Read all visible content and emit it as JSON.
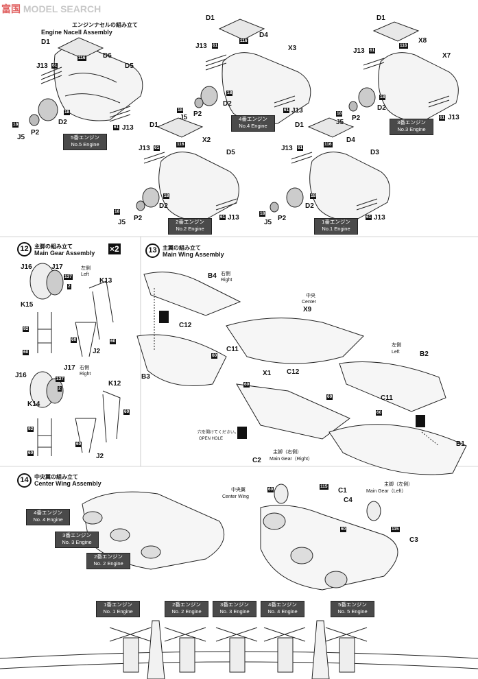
{
  "watermark": {
    "logo_cjk": "富国",
    "brand": "MODEL",
    "search": "SEARCH"
  },
  "step11": {
    "title_ja": "エンジンナセルの組み立て",
    "title_en": "Engine Nacell Assembly",
    "no5": {
      "ja": "5番エンジン",
      "en": "No.5 Engine"
    },
    "no4": {
      "ja": "4番エンジン",
      "en": "No.4 Engine"
    },
    "no3": {
      "ja": "3番エンジン",
      "en": "No.3 Engine"
    },
    "no2": {
      "ja": "2番エンジン",
      "en": "No.2 Engine"
    },
    "no1": {
      "ja": "1番エンジン",
      "en": "No.1 Engine"
    }
  },
  "step12": {
    "num": "12",
    "title_ja": "主脚の組み立て",
    "title_en": "Main Gear Assembly",
    "mult": "×2",
    "left_ja": "左側",
    "left_en": "Left",
    "right_ja": "右側",
    "right_en": "Right"
  },
  "step13": {
    "num": "13",
    "title_ja": "主翼の組み立て",
    "title_en": "Main Wing Assembly",
    "right_ja": "右側",
    "right_en": "Right",
    "center_ja": "中央",
    "center_en": "Center",
    "left_ja": "左側",
    "left_en": "Left",
    "hole_ja": "穴を開けてください。",
    "hole_en": "OPEN HOLE"
  },
  "step14": {
    "num": "14",
    "title_ja": "中央翼の組み立て",
    "title_en": "Center Wing Assembly",
    "center_wing_ja": "中央翼",
    "center_wing_en": "Center Wing",
    "gear_right_ja": "主脚（右側）",
    "gear_right_en": "Main Gear（Right）",
    "gear_left_ja": "主脚（左側）",
    "gear_left_en": "Main Gear（Left）",
    "e4": {
      "ja": "4番エンジン",
      "en": "No. 4 Engine"
    },
    "e3": {
      "ja": "3番エンジン",
      "en": "No. 3 Engine"
    },
    "e2": {
      "ja": "2番エンジン",
      "en": "No. 2 Engine"
    }
  },
  "bottom": [
    {
      "ja": "1番エンジン",
      "en": "No. 1 Engine"
    },
    {
      "ja": "2番エンジン",
      "en": "No. 2 Engine"
    },
    {
      "ja": "3番エンジン",
      "en": "No. 3 Engine"
    },
    {
      "ja": "4番エンジン",
      "en": "No. 4 Engine"
    },
    {
      "ja": "5番エンジン",
      "en": "No. 5 Engine"
    }
  ],
  "parts": {
    "D1": "D1",
    "D2": "D2",
    "D3": "D3",
    "D4": "D4",
    "D5": "D5",
    "D6": "D6",
    "J13": "J13",
    "J5": "J5",
    "P2": "P2",
    "X2": "X2",
    "X3": "X3",
    "X7": "X7",
    "X8": "X8",
    "J16": "J16",
    "J17": "J17",
    "K13": "K13",
    "K15": "K15",
    "J2": "J2",
    "K12": "K12",
    "K14": "K14",
    "B4": "B4",
    "X9": "X9",
    "C12": "C12",
    "C11": "C11",
    "X1": "X1",
    "B2": "B2",
    "B3": "B3",
    "B1": "B1",
    "C2": "C2",
    "C1": "C1",
    "C4": "C4",
    "C3": "C3"
  },
  "paint": {
    "p116": "116",
    "p61": "61",
    "p18": "18",
    "p137": "137",
    "p2": "2",
    "p92": "92",
    "p60": "60",
    "p115": "115"
  }
}
